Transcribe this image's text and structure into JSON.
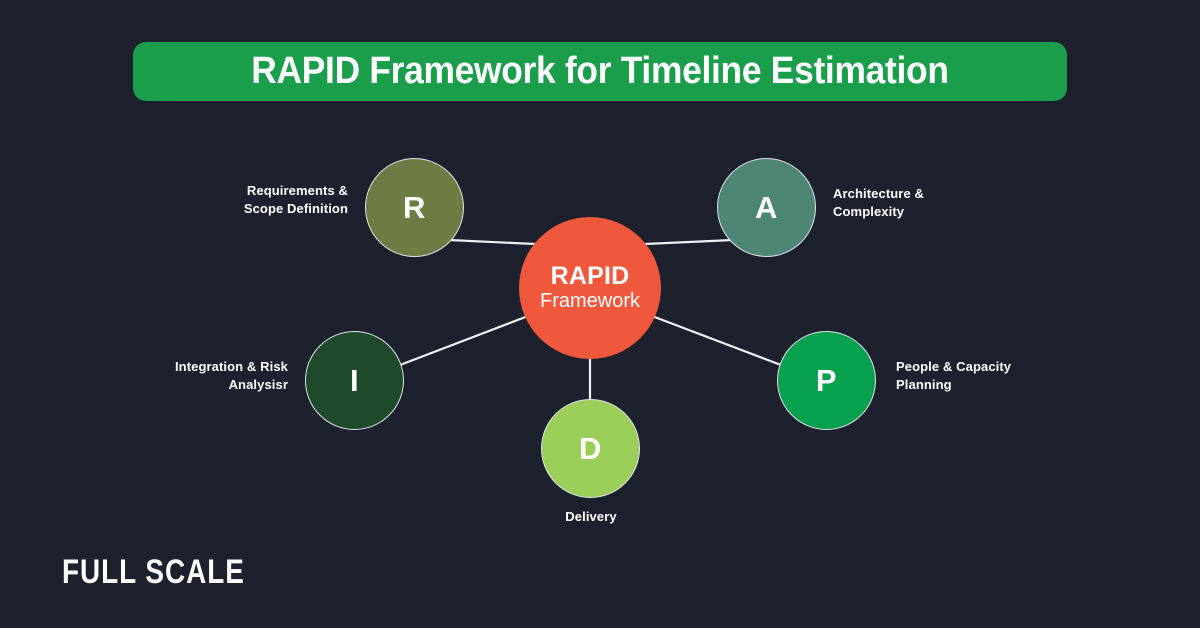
{
  "background_color": "#1d212e",
  "title": {
    "text": "RAPID Framework for Timeline Estimation",
    "banner_color": "#1a9e4c",
    "text_color": "#ffffff"
  },
  "center_node": {
    "letter_title": "RAPID",
    "subtitle": "Framework",
    "color": "#f0583d"
  },
  "nodes": [
    {
      "key": "R",
      "letter": "R",
      "label": "Requirements &\nScope Definition",
      "label_line1": "Requirements &",
      "label_line2": "Scope Definition",
      "color": "#6d7c42",
      "position": "top-left"
    },
    {
      "key": "A",
      "letter": "A",
      "label": "Architecture &\nComplexity",
      "label_line1": "Architecture &",
      "label_line2": "Complexity",
      "color": "#4d8674",
      "position": "top-right"
    },
    {
      "key": "I",
      "letter": "I",
      "label": "Integration & Risk\nAnalysisr",
      "label_line1": "Integration & Risk",
      "label_line2": "Analysisr",
      "color": "#1f4b2c",
      "position": "mid-left"
    },
    {
      "key": "P",
      "letter": "P",
      "label": "People & Capacity\nPlanning",
      "label_line1": "People & Capacity",
      "label_line2": "Planning",
      "color": "#07a04e",
      "position": "mid-right"
    },
    {
      "key": "D",
      "letter": "D",
      "label": "Delivery",
      "label_line1": "Delivery",
      "label_line2": "",
      "color": "#9bce59",
      "position": "bottom-center"
    }
  ],
  "connector_color": "#eef0f3",
  "brand": {
    "logo_text": "FULL SCALE",
    "color": "#ffffff"
  }
}
